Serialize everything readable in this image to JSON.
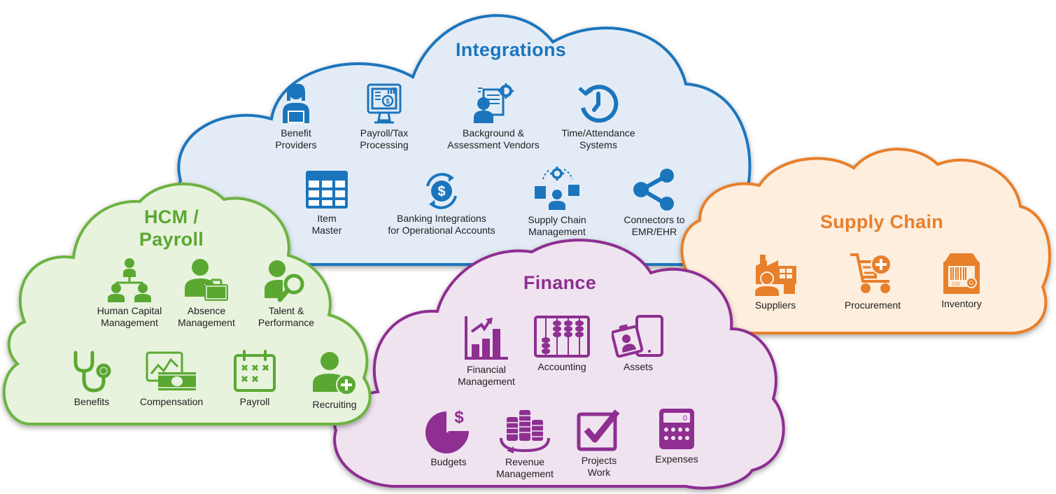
{
  "clouds": {
    "integrations": {
      "title": "Integrations",
      "colors": {
        "stroke": "#1b75bc",
        "fill": "#e3ecf6",
        "icon": "#1b75bc"
      },
      "items": [
        {
          "label": "Benefit\nProviders",
          "icon": "person-laptop-icon"
        },
        {
          "label": "Payroll/Tax\nProcessing",
          "icon": "payroll-monitor-icon"
        },
        {
          "label": "Background &\nAssessment Vendors",
          "icon": "background-check-icon"
        },
        {
          "label": "Time/Attendance\nSystems",
          "icon": "clock-icon"
        },
        {
          "label": "Item\nMaster",
          "icon": "table-grid-icon"
        },
        {
          "label": "Banking Integrations\nfor Operational Accounts",
          "icon": "dollar-cycle-icon"
        },
        {
          "label": "Supply Chain\nManagement",
          "icon": "supply-network-icon"
        },
        {
          "label": "Connectors to\nEMR/EHR",
          "icon": "share-icon"
        }
      ]
    },
    "hcm": {
      "title": "HCM /\nPayroll",
      "colors": {
        "stroke": "#6db33f",
        "fill": "#e8f3de",
        "icon": "#5aa832"
      },
      "items": [
        {
          "label": "Human Capital\nManagement",
          "icon": "org-chart-icon"
        },
        {
          "label": "Absence\nManagement",
          "icon": "person-suitcase-icon"
        },
        {
          "label": "Talent &\nPerformance",
          "icon": "person-search-icon"
        },
        {
          "label": "Benefits",
          "icon": "stethoscope-icon"
        },
        {
          "label": "Compensation",
          "icon": "money-chart-icon"
        },
        {
          "label": "Payroll",
          "icon": "calendar-icon"
        },
        {
          "label": "Recruiting",
          "icon": "person-add-icon"
        }
      ]
    },
    "finance": {
      "title": "Finance",
      "colors": {
        "stroke": "#8e2f91",
        "fill": "#efe3f0",
        "icon": "#8e2f91"
      },
      "items": [
        {
          "label": "Financial\nManagement",
          "icon": "bar-growth-icon"
        },
        {
          "label": "Accounting",
          "icon": "abacus-icon"
        },
        {
          "label": "Assets",
          "icon": "id-tablet-icon"
        },
        {
          "label": "Budgets",
          "icon": "pie-dollar-icon"
        },
        {
          "label": "Revenue\nManagement",
          "icon": "coins-cycle-icon"
        },
        {
          "label": "Projects\nWork",
          "icon": "checkbox-icon"
        },
        {
          "label": "Expenses",
          "icon": "calculator-icon"
        }
      ]
    },
    "supply": {
      "title": "Supply Chain",
      "colors": {
        "stroke": "#e87f2b",
        "fill": "#fdeedd",
        "icon": "#e87f2b"
      },
      "items": [
        {
          "label": "Suppliers",
          "icon": "factory-icon"
        },
        {
          "label": "Procurement",
          "icon": "cart-add-icon"
        },
        {
          "label": "Inventory",
          "icon": "barcode-box-icon"
        }
      ]
    }
  }
}
